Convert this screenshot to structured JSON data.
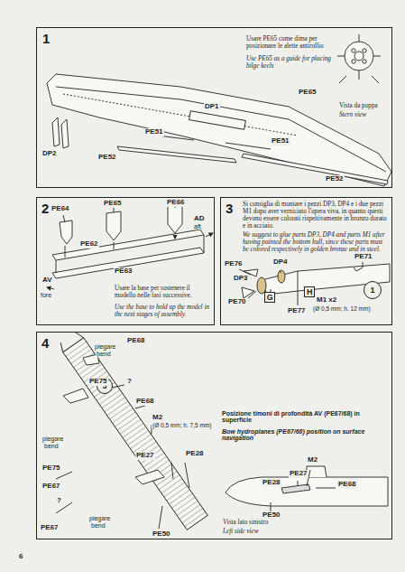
{
  "diagram": {
    "nodes": [
      {
        "text": [
          "1",
          "Usare PE65 come dima per posizionare le alette antirollio",
          "Use PE65 as a guide for placing bilge keels",
          "Vista da poppa",
          "Stern view"
        ]
      },
      {
        "text": [
          "2",
          "Usare la base per sostenere il modello nelle fasi successive.",
          "Use the base to hold up the model in the next stages of assembly."
        ]
      },
      {
        "text": [
          "3",
          "Si consiglia di montare i pezzi DP3, DP4 e i due pezzi M1 dopo aver verniciato l'opera viva, in quanto questi devono essere colorati rispettivamente in bronzo dorato e in acciaio.",
          "We suggest to glue parts DP3, DP4 and parts M1 after having painted the bottom hull, since these parts must be colored respectively in golden bronze and in steel."
        ]
      },
      {
        "text": [
          "G"
        ],
        "in": 2
      },
      {
        "text": [
          "H"
        ],
        "in": 2
      },
      {
        "text": [
          "1"
        ],
        "in": 2
      },
      {
        "text": [
          "4",
          "Posizione timoni di profondità AV (PE67/68) in superficie",
          "Bow hydroplanes (PE67/68) position on surface navigation",
          "Vista lato sinistro",
          "Left side view"
        ]
      },
      {
        "text": [
          "3"
        ],
        "in": 6
      }
    ],
    "labels": [
      "PE65",
      "DP2",
      "DP1",
      "PE51",
      "PE51",
      "PE52",
      "PE52",
      "PE64",
      "PE65",
      "PE66",
      "PE62",
      "AD",
      "aft",
      "AV",
      "fore",
      "PE63",
      "PE76",
      "DP4",
      "PE71",
      "DP3",
      "PE70",
      "PE77",
      "M1 x2",
      "(Ø 0,5 mm; h. 12 mm)",
      "PE68",
      "piegare",
      "bend",
      "PE75",
      "?",
      "PE68",
      "M2",
      "(Ø 0,5 mm; h. 7,5 mm)",
      "piegare",
      "bend",
      "PE75",
      "PE27",
      "PE28",
      "PE67",
      "?",
      "piegare",
      "bend",
      "PE67",
      "PE50",
      "M2",
      "PE28",
      "PE27",
      "PE68",
      "PE50",
      "6"
    ]
  }
}
